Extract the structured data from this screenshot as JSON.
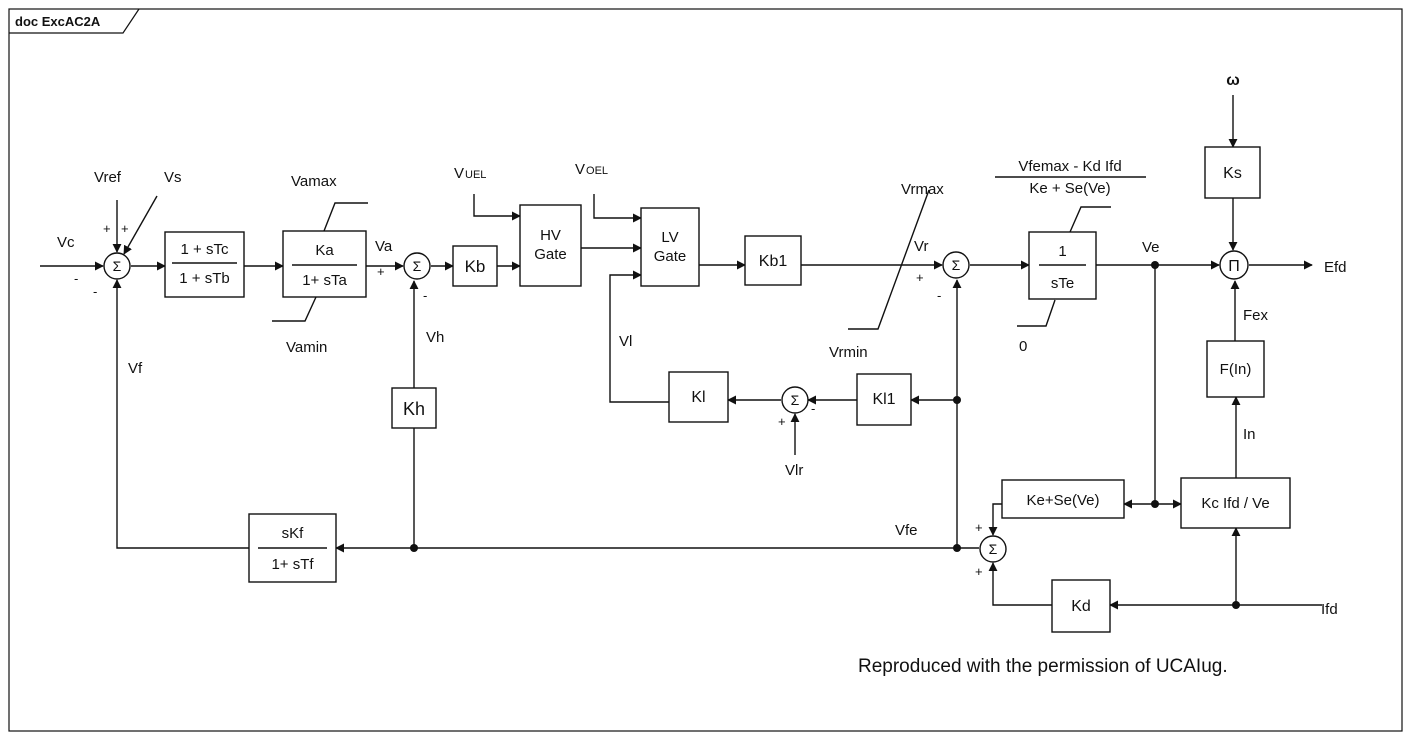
{
  "frame": {
    "title": "doc ExcAC2A"
  },
  "blocks": {
    "lead_lag": {
      "num": "1 + sTc",
      "den": "1 + sTb"
    },
    "ka": {
      "num": "Ka",
      "den": "1+ sTa"
    },
    "kb": "Kb",
    "hv_gate": {
      "line1": "HV",
      "line2": "Gate"
    },
    "lv_gate": {
      "line1": "LV",
      "line2": "Gate"
    },
    "kb1": "Kb1",
    "ste": {
      "num": "1",
      "den": "sTe"
    },
    "ks": "Ks",
    "fin": "F(In)",
    "kl": "Kl",
    "kl1": "Kl1",
    "kh": "Kh",
    "skf": {
      "num": "sKf",
      "den": "1+ sTf"
    },
    "kese": "Ke+Se(Ve)",
    "kcifd": "Kc Ifd / Ve",
    "kd": "Kd"
  },
  "sums": {
    "sigma": "Σ",
    "pi": "Π"
  },
  "signals": {
    "vc": "Vc",
    "vref": "Vref",
    "vs": "Vs",
    "vf": "Vf",
    "vamax": "Vamax",
    "vamin": "Vamin",
    "va": "Va",
    "vh": "Vh",
    "vuel_v": "V",
    "vuel_sub": "UEL",
    "voel_v": "V",
    "voel_sub": "OEL",
    "vl": "Vl",
    "vlr": "Vlr",
    "vrmax": "Vrmax",
    "vrmin": "Vrmin",
    "vr": "Vr",
    "vfemax_num": "Vfemax - Kd Ifd",
    "vfemax_den": "Ke + Se(Ve)",
    "zero": "0",
    "ve": "Ve",
    "omega": "ω",
    "efd": "Efd",
    "fex": "Fex",
    "in": "In",
    "vfe": "Vfe",
    "ifd": "Ifd"
  },
  "signs": {
    "plus": "+",
    "minus": "-"
  },
  "note": "Reproduced with the permission of UCAIug."
}
